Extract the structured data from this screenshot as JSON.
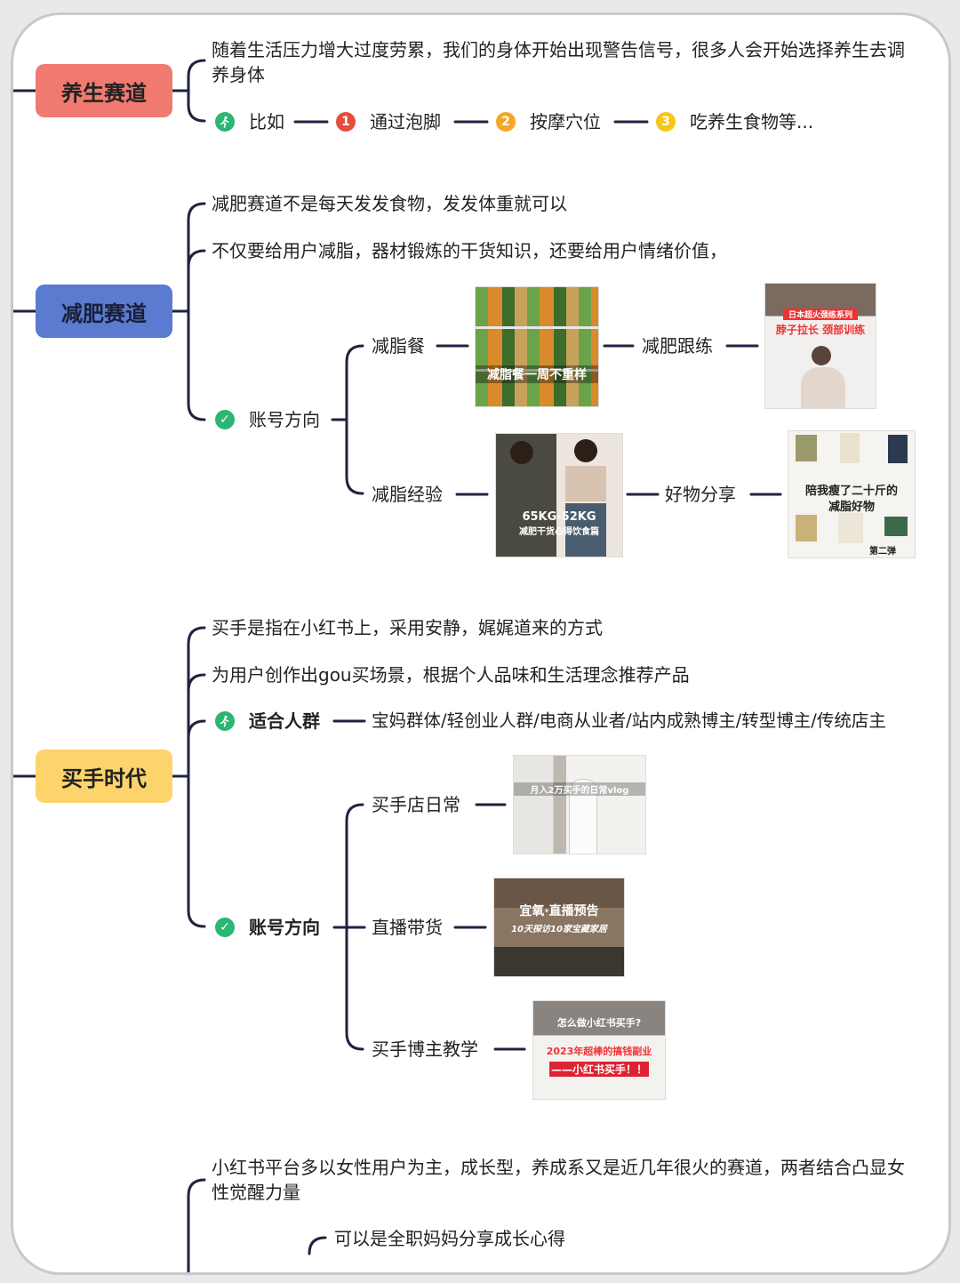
{
  "sections": {
    "wellness": {
      "label": "养生赛道",
      "color": "#f07a6f",
      "desc": "随着生活压力增大过度劳累，我们的身体开始出现警告信号，很多人会开始选择养生去调养身体",
      "example_label": "比如",
      "items": [
        "通过泡脚",
        "按摩穴位",
        "吃养生食物等..."
      ],
      "item_badges": [
        "1",
        "2",
        "3"
      ]
    },
    "weightloss": {
      "label": "减肥赛道",
      "color": "#5b7bd0",
      "desc1": "减肥赛道不是每天发发食物，发发体重就可以",
      "desc2": "不仅要给用户减脂，器材锻炼的干货知识，还要给用户情绪价值，",
      "direction_label": "账号方向",
      "meal": "减脂餐",
      "workout": "减肥跟练",
      "experience": "减脂经验",
      "goods": "好物分享",
      "img_meal_text": "减脂餐一周不重样",
      "img_workout_title": "日本超火颈练系列",
      "img_workout_text": "脖子拉长 颈部训练",
      "img_exp_text": "65KG-52KG",
      "img_exp_sub": "减肥干货心得饮食篇",
      "img_goods_text1": "陪我瘦了二十斤的",
      "img_goods_text2": "减脂好物",
      "img_goods_text3": "第二弹"
    },
    "buyer": {
      "label": "买手时代",
      "color": "#fcd46b",
      "desc1": "买手是指在小红书上，采用安静，娓娓道来的方式",
      "desc2": "为用户创作出gou买场景，根据个人品味和生活理念推荐产品",
      "audience_label": "适合人群",
      "audience_value": "宝妈群体/轻创业人群/电商从业者/站内成熟博主/转型博主/传统店主",
      "direction_label": "账号方向",
      "daily": "买手店日常",
      "live": "直播带货",
      "teach": "买手博主教学",
      "img_daily_text": "月入2万买手的日常vlog",
      "img_live_text1": "宜氧·直播预告",
      "img_live_text2": "10天探访10家宝藏家居",
      "img_teach_text1": "怎么做小红书买手?",
      "img_teach_text2": "2023年超棒的搞钱副业",
      "img_teach_text3": "——小红书买手！！"
    },
    "growth": {
      "desc": "小红书平台多以女性用户为主，成长型，养成系又是近几年很火的赛道，两者结合凸显女性觉醒力量",
      "sub1": "可以是全职妈妈分享成长心得"
    }
  },
  "icons": {
    "runner": "running-person-icon",
    "check": "check-circle-icon",
    "num1": "number-one-badge-icon",
    "num2": "number-two-badge-icon",
    "num3": "number-three-badge-icon"
  },
  "colors": {
    "line": "#1f2340",
    "green": "#2bb673",
    "red": "#e74c3c",
    "orange": "#f5a623",
    "yellow": "#f5c518"
  }
}
